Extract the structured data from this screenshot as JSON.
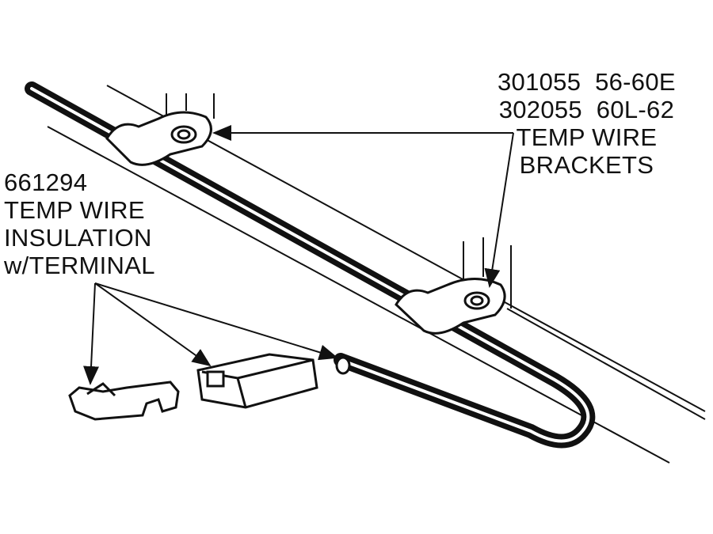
{
  "bracket_label": {
    "line1": "301055  56-60E",
    "line2": "302055  60L-62",
    "line3": "TEMP WIRE",
    "line4": "BRACKETS"
  },
  "insulation_label": {
    "line1": "661294",
    "line2": "TEMP WIRE",
    "line3": "INSULATION",
    "line4": "w/TERMINAL"
  }
}
